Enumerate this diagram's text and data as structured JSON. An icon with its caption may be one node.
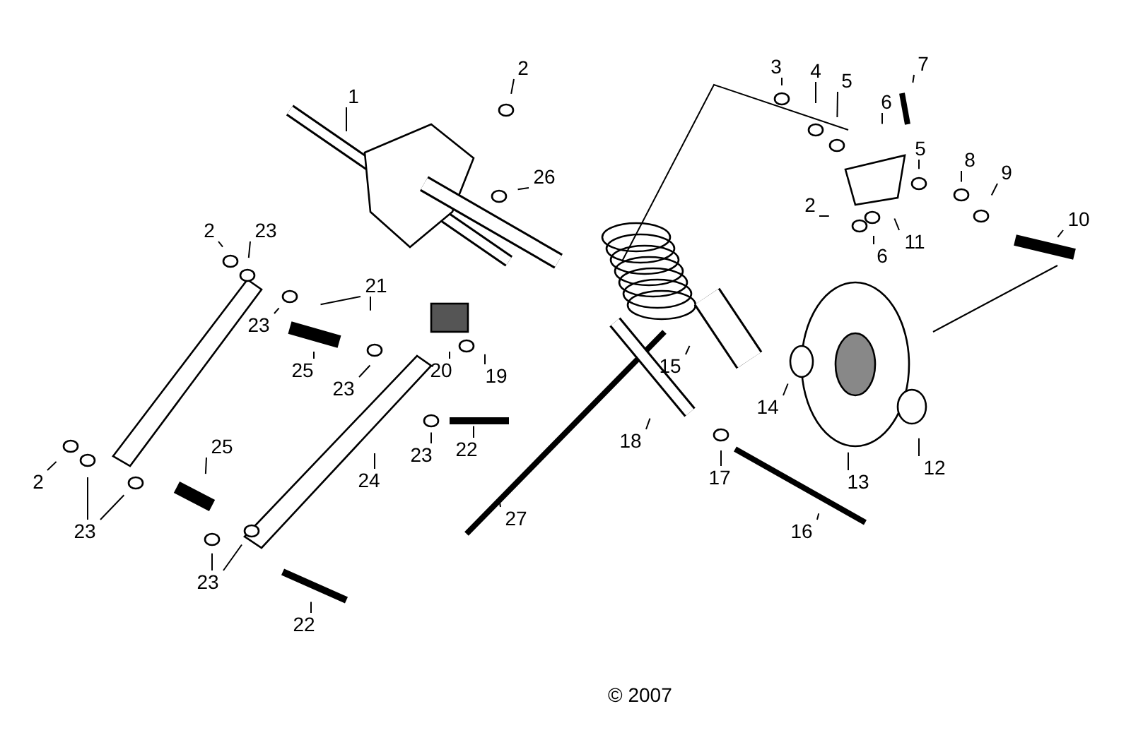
{
  "diagram": {
    "nodes": [
      {
        "text": [
          "1"
        ]
      },
      {
        "text": [
          "2"
        ]
      },
      {
        "text": [
          "3"
        ]
      },
      {
        "text": [
          "4"
        ]
      },
      {
        "text": [
          "5"
        ]
      },
      {
        "text": [
          "7"
        ]
      },
      {
        "text": [
          "6"
        ]
      },
      {
        "text": [
          "26"
        ]
      },
      {
        "text": [
          "5"
        ]
      },
      {
        "text": [
          "8"
        ]
      },
      {
        "text": [
          "9"
        ]
      },
      {
        "text": [
          "2"
        ]
      },
      {
        "text": [
          "10"
        ]
      },
      {
        "text": [
          "2"
        ]
      },
      {
        "text": [
          "23"
        ]
      },
      {
        "text": [
          "11"
        ]
      },
      {
        "text": [
          "6"
        ]
      },
      {
        "text": [
          "21"
        ]
      },
      {
        "text": [
          "23"
        ]
      },
      {
        "text": [
          "15"
        ]
      },
      {
        "text": [
          "25"
        ]
      },
      {
        "text": [
          "20"
        ]
      },
      {
        "text": [
          "19"
        ]
      },
      {
        "text": [
          "23"
        ]
      },
      {
        "text": [
          "14"
        ]
      },
      {
        "text": [
          "18"
        ]
      },
      {
        "text": [
          "25"
        ]
      },
      {
        "text": [
          "22"
        ]
      },
      {
        "text": [
          "23"
        ]
      },
      {
        "text": [
          "12"
        ]
      },
      {
        "text": [
          "17"
        ]
      },
      {
        "text": [
          "24"
        ]
      },
      {
        "text": [
          "2"
        ]
      },
      {
        "text": [
          "13"
        ]
      },
      {
        "text": [
          "27"
        ]
      },
      {
        "text": [
          "23"
        ]
      },
      {
        "text": [
          "16"
        ]
      },
      {
        "text": [
          "23"
        ]
      },
      {
        "text": [
          "22"
        ]
      }
    ],
    "edges": [
      {
        "from": 0,
        "to": null,
        "arrow": "none"
      },
      {
        "from": 1,
        "to": null,
        "arrow": "none"
      },
      {
        "from": 2,
        "to": null,
        "arrow": "none"
      },
      {
        "from": 3,
        "to": null,
        "arrow": "none"
      },
      {
        "from": 4,
        "to": null,
        "arrow": "none"
      },
      {
        "from": 5,
        "to": null,
        "arrow": "none"
      },
      {
        "from": 6,
        "to": null,
        "arrow": "none"
      },
      {
        "from": 7,
        "to": null,
        "arrow": "none"
      },
      {
        "from": 8,
        "to": null,
        "arrow": "none"
      },
      {
        "from": 9,
        "to": null,
        "arrow": "none"
      },
      {
        "from": 10,
        "to": null,
        "arrow": "none"
      },
      {
        "from": 11,
        "to": null,
        "arrow": "none"
      },
      {
        "from": 12,
        "to": null,
        "arrow": "none"
      },
      {
        "from": 13,
        "to": null,
        "arrow": "none"
      },
      {
        "from": 14,
        "to": null,
        "arrow": "none"
      },
      {
        "from": 15,
        "to": null,
        "arrow": "none"
      },
      {
        "from": 16,
        "to": null,
        "arrow": "none"
      },
      {
        "from": 17,
        "to": null,
        "arrow": "none"
      },
      {
        "from": 17,
        "to": null,
        "arrow": "none"
      },
      {
        "from": 18,
        "to": null,
        "arrow": "none"
      },
      {
        "from": 19,
        "to": null,
        "arrow": "none"
      },
      {
        "from": 20,
        "to": null,
        "arrow": "none"
      },
      {
        "from": 21,
        "to": null,
        "arrow": "none"
      },
      {
        "from": 22,
        "to": null,
        "arrow": "none"
      },
      {
        "from": 23,
        "to": null,
        "arrow": "none"
      },
      {
        "from": 24,
        "to": null,
        "arrow": "none"
      },
      {
        "from": 25,
        "to": null,
        "arrow": "none"
      },
      {
        "from": 26,
        "to": null,
        "arrow": "none"
      },
      {
        "from": 27,
        "to": null,
        "arrow": "none"
      },
      {
        "from": 28,
        "to": null,
        "arrow": "none"
      },
      {
        "from": 29,
        "to": null,
        "arrow": "none"
      },
      {
        "from": 30,
        "to": null,
        "arrow": "none"
      },
      {
        "from": 31,
        "to": null,
        "arrow": "none"
      },
      {
        "from": 32,
        "to": null,
        "arrow": "none"
      },
      {
        "from": 33,
        "to": null,
        "arrow": "none"
      },
      {
        "from": 34,
        "to": null,
        "arrow": "none"
      },
      {
        "from": 35,
        "to": null,
        "arrow": "none"
      },
      {
        "from": 35,
        "to": null,
        "arrow": "none"
      },
      {
        "from": 36,
        "to": null,
        "arrow": "none"
      },
      {
        "from": 37,
        "to": null,
        "arrow": "none"
      },
      {
        "from": 37,
        "to": null,
        "arrow": "none"
      },
      {
        "from": 38,
        "to": null,
        "arrow": "none"
      }
    ],
    "labels": [
      "© 2007"
    ]
  }
}
